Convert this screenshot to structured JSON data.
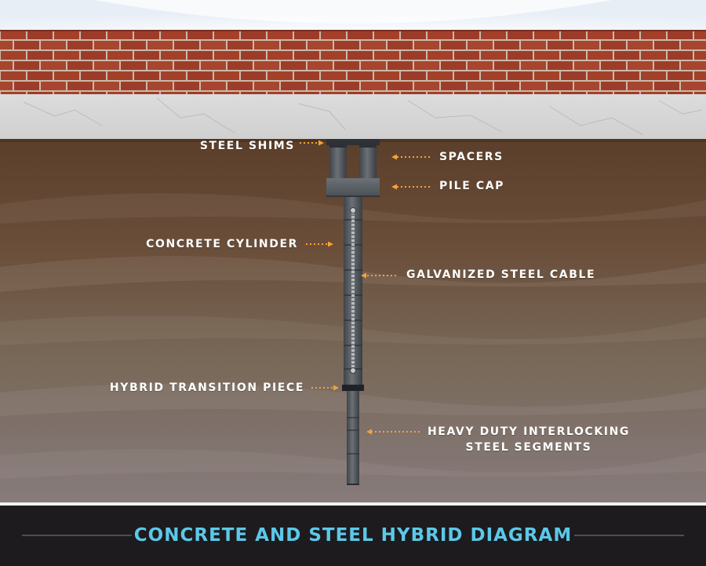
{
  "title": "CONCRETE AND STEEL HYBRID DIAGRAM",
  "labels": {
    "steel_shims": "STEEL SHIMS",
    "spacers": "SPACERS",
    "pile_cap": "PILE CAP",
    "concrete_cylinder": "CONCRETE CYLINDER",
    "galvanized_cable": "GALVANIZED STEEL CABLE",
    "hybrid_transition": "HYBRID TRANSITION PIECE",
    "steel_segments_line1": "HEAVY DUTY INTERLOCKING",
    "steel_segments_line2": "STEEL SEGMENTS"
  },
  "colors": {
    "title": "#5cc8e8",
    "arrow": "#f4a23a",
    "brick": "#a4402a",
    "mortar": "#c9b8a8",
    "concrete": "#d6d7d6",
    "soil_top": "#5e402b",
    "soil_bottom": "#85797a",
    "pile": "#555b61",
    "footer": "#1d1b1e",
    "sky": "#f3f7fb"
  }
}
